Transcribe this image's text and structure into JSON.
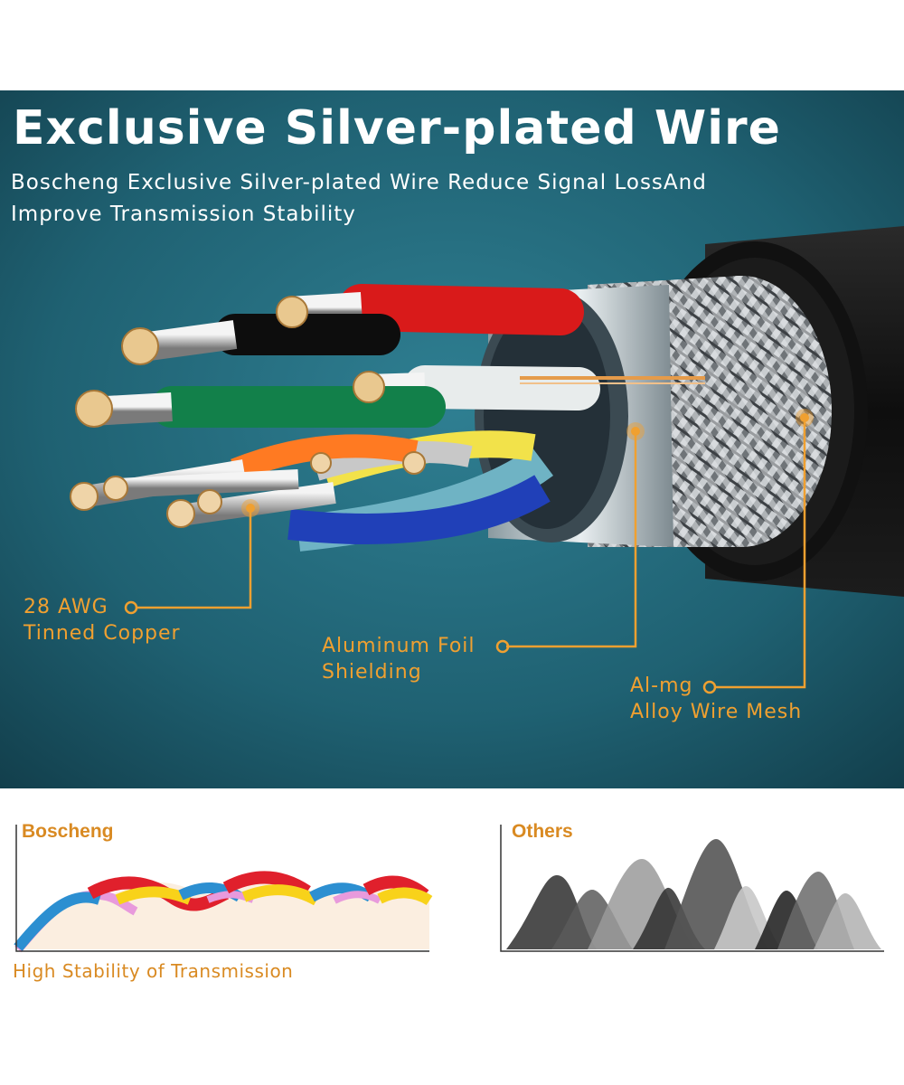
{
  "header": {
    "title": "Exclusive Silver-plated Wire",
    "subtitle_line1": "Boscheng Exclusive Silver-plated Wire Reduce Signal LossAnd",
    "subtitle_line2": "Improve Transmission Stability"
  },
  "callouts": {
    "copper_line1": "28 AWG",
    "copper_line2": "Tinned Copper",
    "foil_line1": "Aluminum Foil",
    "foil_line2": "Shielding",
    "mesh_line1": "Al-mg",
    "mesh_line2": "Alloy Wire Mesh"
  },
  "comparison": {
    "left_title": "Boscheng",
    "right_title": "Others",
    "caption": "High Stability of Transmission"
  },
  "colors": {
    "hero_background": "#1d5a6c",
    "accent_orange": "#f0a030",
    "caption_orange": "#d98a22"
  },
  "icons": [
    "callout-dot-icon",
    "wire-core-icon"
  ]
}
